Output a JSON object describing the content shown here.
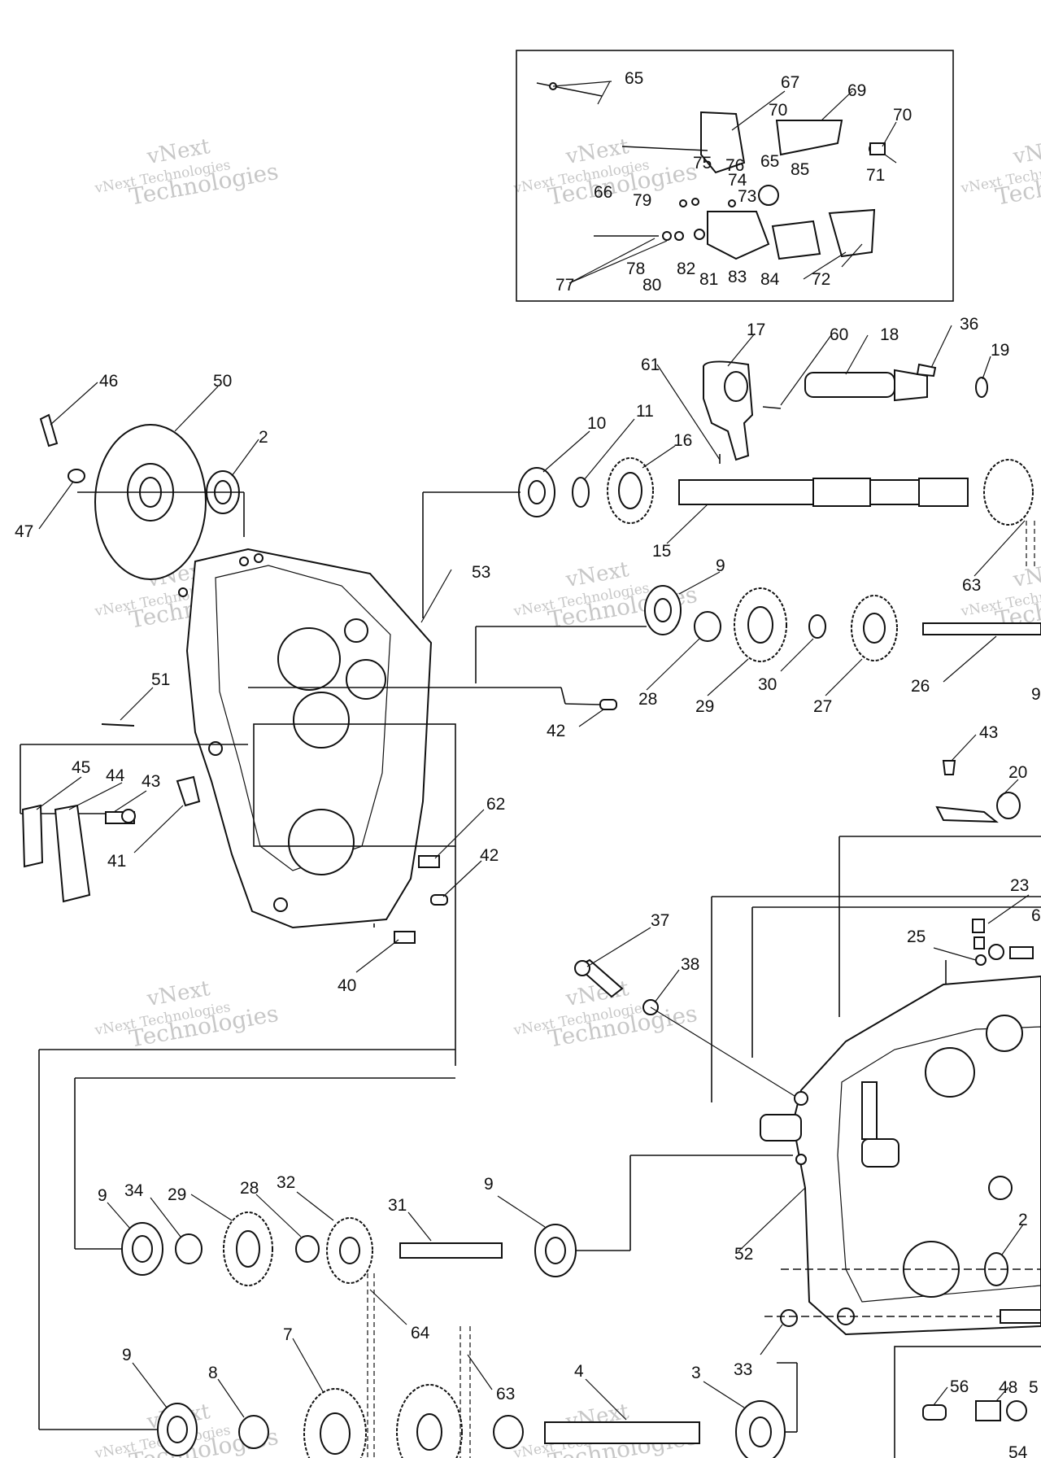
{
  "watermark": {
    "line1": "vNext",
    "line2": "vNext Technologies",
    "line3": "Technologies"
  },
  "callouts": [
    {
      "id": "65a",
      "text": "65"
    },
    {
      "id": "67",
      "text": "67"
    },
    {
      "id": "69",
      "text": "69"
    },
    {
      "id": "70a",
      "text": "70"
    },
    {
      "id": "70b",
      "text": "70"
    },
    {
      "id": "71",
      "text": "71"
    },
    {
      "id": "75",
      "text": "75"
    },
    {
      "id": "76",
      "text": "76"
    },
    {
      "id": "74",
      "text": "74"
    },
    {
      "id": "73",
      "text": "73"
    },
    {
      "id": "65b",
      "text": "65"
    },
    {
      "id": "85",
      "text": "85"
    },
    {
      "id": "66",
      "text": "66"
    },
    {
      "id": "79",
      "text": "79"
    },
    {
      "id": "77",
      "text": "77"
    },
    {
      "id": "78",
      "text": "78"
    },
    {
      "id": "80",
      "text": "80"
    },
    {
      "id": "82",
      "text": "82"
    },
    {
      "id": "81",
      "text": "81"
    },
    {
      "id": "83",
      "text": "83"
    },
    {
      "id": "84",
      "text": "84"
    },
    {
      "id": "72",
      "text": "72"
    },
    {
      "id": "17",
      "text": "17"
    },
    {
      "id": "60",
      "text": "60"
    },
    {
      "id": "18",
      "text": "18"
    },
    {
      "id": "36",
      "text": "36"
    },
    {
      "id": "19",
      "text": "19"
    },
    {
      "id": "61",
      "text": "61"
    },
    {
      "id": "10",
      "text": "10"
    },
    {
      "id": "11",
      "text": "11"
    },
    {
      "id": "16",
      "text": "16"
    },
    {
      "id": "15",
      "text": "15"
    },
    {
      "id": "63a",
      "text": "63"
    },
    {
      "id": "46",
      "text": "46"
    },
    {
      "id": "50",
      "text": "50"
    },
    {
      "id": "2a",
      "text": "2"
    },
    {
      "id": "47",
      "text": "47"
    },
    {
      "id": "53",
      "text": "53"
    },
    {
      "id": "9a",
      "text": "9"
    },
    {
      "id": "28a",
      "text": "28"
    },
    {
      "id": "29a",
      "text": "29"
    },
    {
      "id": "30",
      "text": "30"
    },
    {
      "id": "27",
      "text": "27"
    },
    {
      "id": "26",
      "text": "26"
    },
    {
      "id": "9b",
      "text": "9"
    },
    {
      "id": "42a",
      "text": "42"
    },
    {
      "id": "51",
      "text": "51"
    },
    {
      "id": "43a",
      "text": "43"
    },
    {
      "id": "20",
      "text": "20"
    },
    {
      "id": "45",
      "text": "45"
    },
    {
      "id": "44",
      "text": "44"
    },
    {
      "id": "43b",
      "text": "43"
    },
    {
      "id": "41",
      "text": "41"
    },
    {
      "id": "62",
      "text": "62"
    },
    {
      "id": "42b",
      "text": "42"
    },
    {
      "id": "40",
      "text": "40"
    },
    {
      "id": "23",
      "text": "23"
    },
    {
      "id": "6",
      "text": "6"
    },
    {
      "id": "25",
      "text": "25"
    },
    {
      "id": "37",
      "text": "37"
    },
    {
      "id": "38",
      "text": "38"
    },
    {
      "id": "29b",
      "text": "29"
    },
    {
      "id": "34",
      "text": "34"
    },
    {
      "id": "9c",
      "text": "9"
    },
    {
      "id": "28b",
      "text": "28"
    },
    {
      "id": "32",
      "text": "32"
    },
    {
      "id": "31",
      "text": "31"
    },
    {
      "id": "9d",
      "text": "9"
    },
    {
      "id": "52",
      "text": "52"
    },
    {
      "id": "64",
      "text": "64"
    },
    {
      "id": "2b",
      "text": "2"
    },
    {
      "id": "33",
      "text": "33"
    },
    {
      "id": "7",
      "text": "7"
    },
    {
      "id": "9e",
      "text": "9"
    },
    {
      "id": "8",
      "text": "8"
    },
    {
      "id": "63b",
      "text": "63"
    },
    {
      "id": "4",
      "text": "4"
    },
    {
      "id": "3",
      "text": "3"
    },
    {
      "id": "56",
      "text": "56"
    },
    {
      "id": "48",
      "text": "48"
    },
    {
      "id": "5",
      "text": "5"
    },
    {
      "id": "54",
      "text": "54"
    }
  ]
}
